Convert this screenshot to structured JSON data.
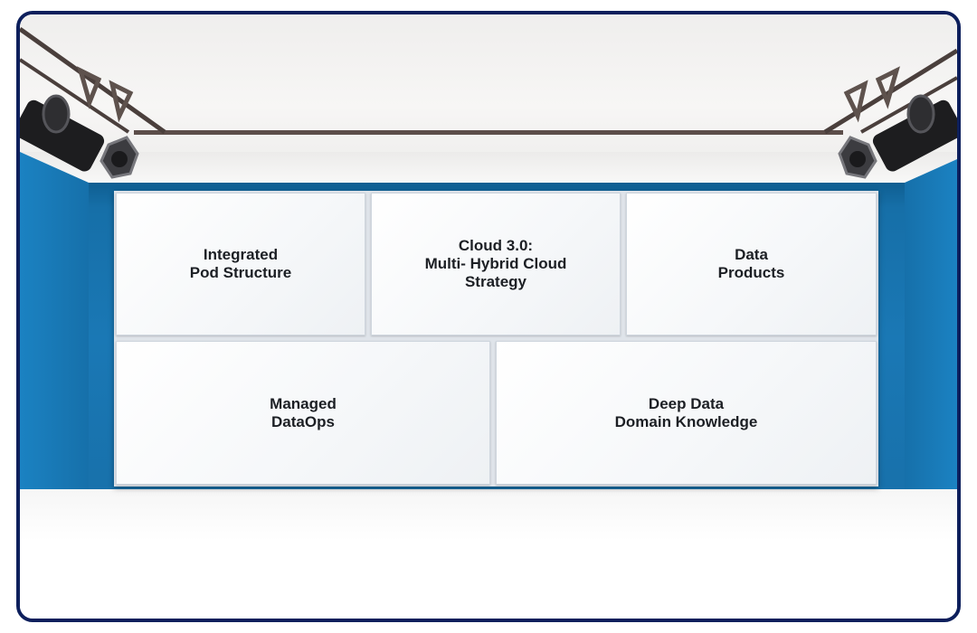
{
  "panels": {
    "integrated_pod": "Integrated\nPod Structure",
    "cloud": "Cloud 3.0:\nMulti- Hybrid Cloud\nStrategy",
    "data_products": "Data\nProducts",
    "managed_dataops": "Managed\nDataOps",
    "deep_data": "Deep Data\nDomain Knowledge"
  },
  "colors": {
    "frame_border": "#0d1f5c",
    "wall_blue": "#1a78b5",
    "panel_white": "#f5f7f9"
  },
  "icons": {
    "left_spotlight": "spotlight-icon",
    "right_spotlight": "spotlight-icon"
  }
}
